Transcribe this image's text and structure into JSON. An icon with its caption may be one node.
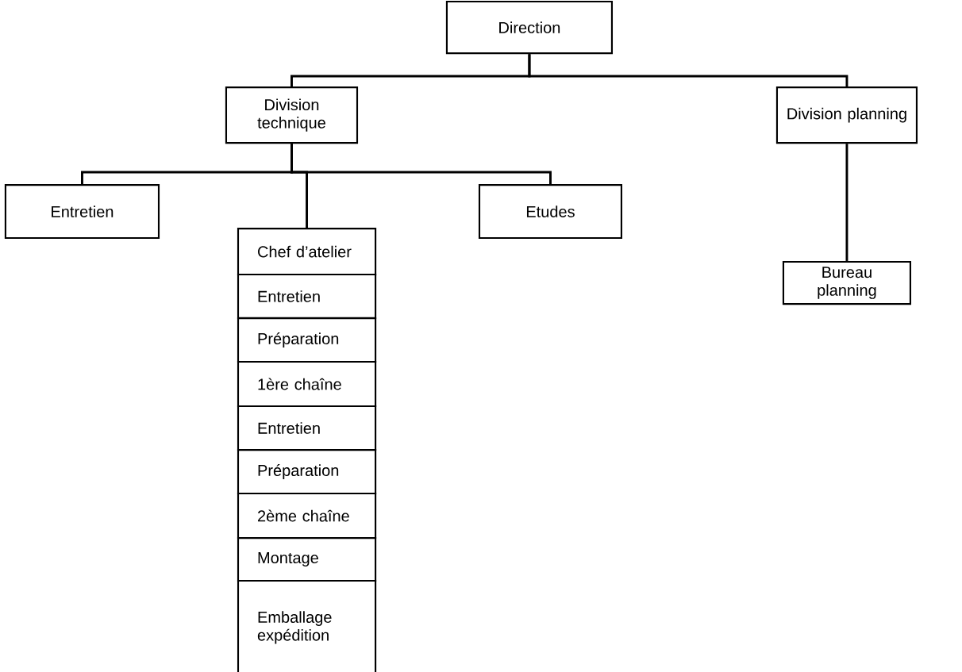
{
  "diagram": {
    "nodes": [
      {
        "text": [
          "Direction"
        ]
      },
      {
        "text": [
          "Division technique"
        ]
      },
      {
        "text": [
          "Division planning"
        ]
      },
      {
        "text": [
          "Entretien"
        ]
      },
      {
        "text": [
          "Etudes"
        ]
      },
      {
        "text": [
          "Chef d’atelier"
        ]
      },
      {
        "text": [
          "Entretien"
        ]
      },
      {
        "text": [
          "Préparation"
        ]
      },
      {
        "text": [
          "1ère chaîne"
        ]
      },
      {
        "text": [
          "Entretien"
        ]
      },
      {
        "text": [
          "Préparation"
        ]
      },
      {
        "text": [
          "2ème chaîne"
        ]
      },
      {
        "text": [
          "Montage"
        ]
      },
      {
        "text": [
          "Emballage expédition"
        ]
      },
      {
        "text": [
          "Bureau planning"
        ]
      }
    ],
    "edges": [
      {
        "from": 0,
        "to": 1,
        "arrow": "none"
      },
      {
        "from": 0,
        "to": 2,
        "arrow": "none"
      },
      {
        "from": 1,
        "to": 3,
        "arrow": "none"
      },
      {
        "from": 1,
        "to": 4,
        "arrow": "none"
      },
      {
        "from": 1,
        "to": 5,
        "arrow": "none"
      },
      {
        "from": 2,
        "to": 14,
        "arrow": "none"
      }
    ]
  }
}
